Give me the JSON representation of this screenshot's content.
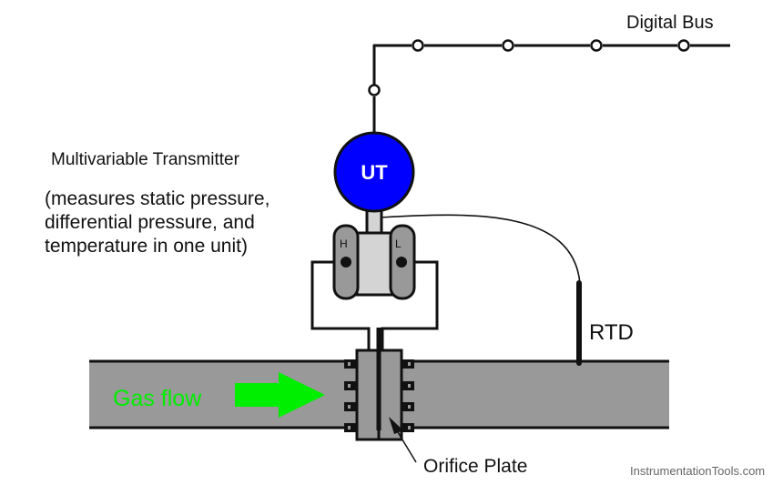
{
  "diagram": {
    "bus_label": "Digital Bus",
    "transmitter_tag": "UT",
    "transmitter_title": "Multivariable Transmitter",
    "transmitter_desc": [
      "(measures static pressure,",
      "differential pressure, and",
      "temperature in one unit)"
    ],
    "port_high": "H",
    "port_low": "L",
    "rtd_label": "RTD",
    "flow_label": "Gas flow",
    "orifice_label": "Orifice Plate",
    "watermark": "InstrumentationTools.com"
  },
  "colors": {
    "transmitter_fill": "#0000ff",
    "pipe_fill": "#999999",
    "flow_green": "#00ee00",
    "body_light": "#d4d4d4",
    "capsule_grey": "#999999"
  }
}
